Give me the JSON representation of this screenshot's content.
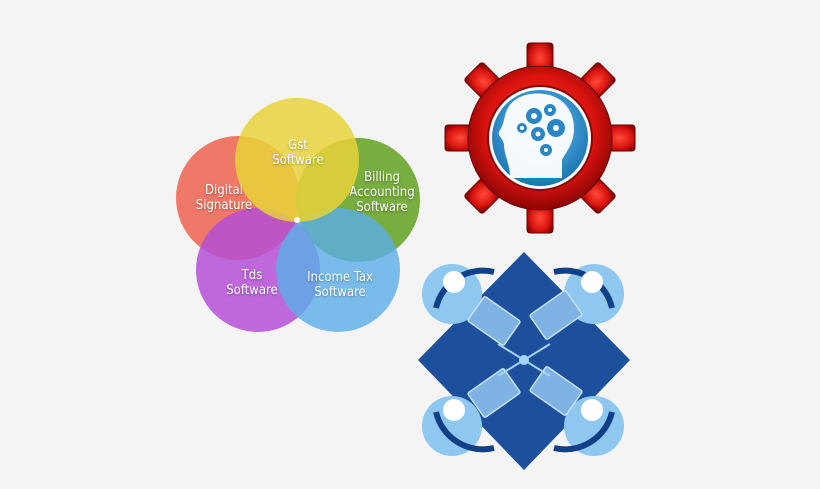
{
  "venn": {
    "petals": [
      {
        "id": "gst",
        "lines": [
          "Gst",
          "Software"
        ],
        "color": "#e8d23a"
      },
      {
        "id": "billing",
        "lines": [
          "Billing",
          "Accounting",
          "Software"
        ],
        "color": "#6aa52b"
      },
      {
        "id": "income",
        "lines": [
          "Income Tax",
          "Software"
        ],
        "color": "#5aaee8"
      },
      {
        "id": "tds",
        "lines": [
          "Tds",
          "Software"
        ],
        "color": "#b44fd6"
      },
      {
        "id": "digital",
        "lines": [
          "Digital",
          "Signature"
        ],
        "color": "#ef6a5a"
      }
    ]
  },
  "icons": {
    "gear": "gear-with-brain-gears-head-icon",
    "network": "laptop-network-team-icon"
  }
}
